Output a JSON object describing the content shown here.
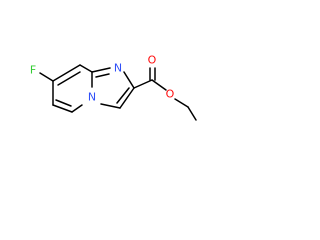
{
  "molecule": {
    "atoms": {
      "fluorine": {
        "symbol": "F",
        "color": "#33CC33"
      },
      "ring_nitrogen": {
        "symbol": "N",
        "color": "#3050F8"
      },
      "bridgehead_nitrogen": {
        "symbol": "N",
        "color": "#3050F8"
      },
      "carbonyl_oxygen": {
        "symbol": "O",
        "color": "#FF0D0D"
      },
      "ester_oxygen": {
        "symbol": "O",
        "color": "#FF0D0D"
      }
    },
    "bond_color": "#000000"
  }
}
